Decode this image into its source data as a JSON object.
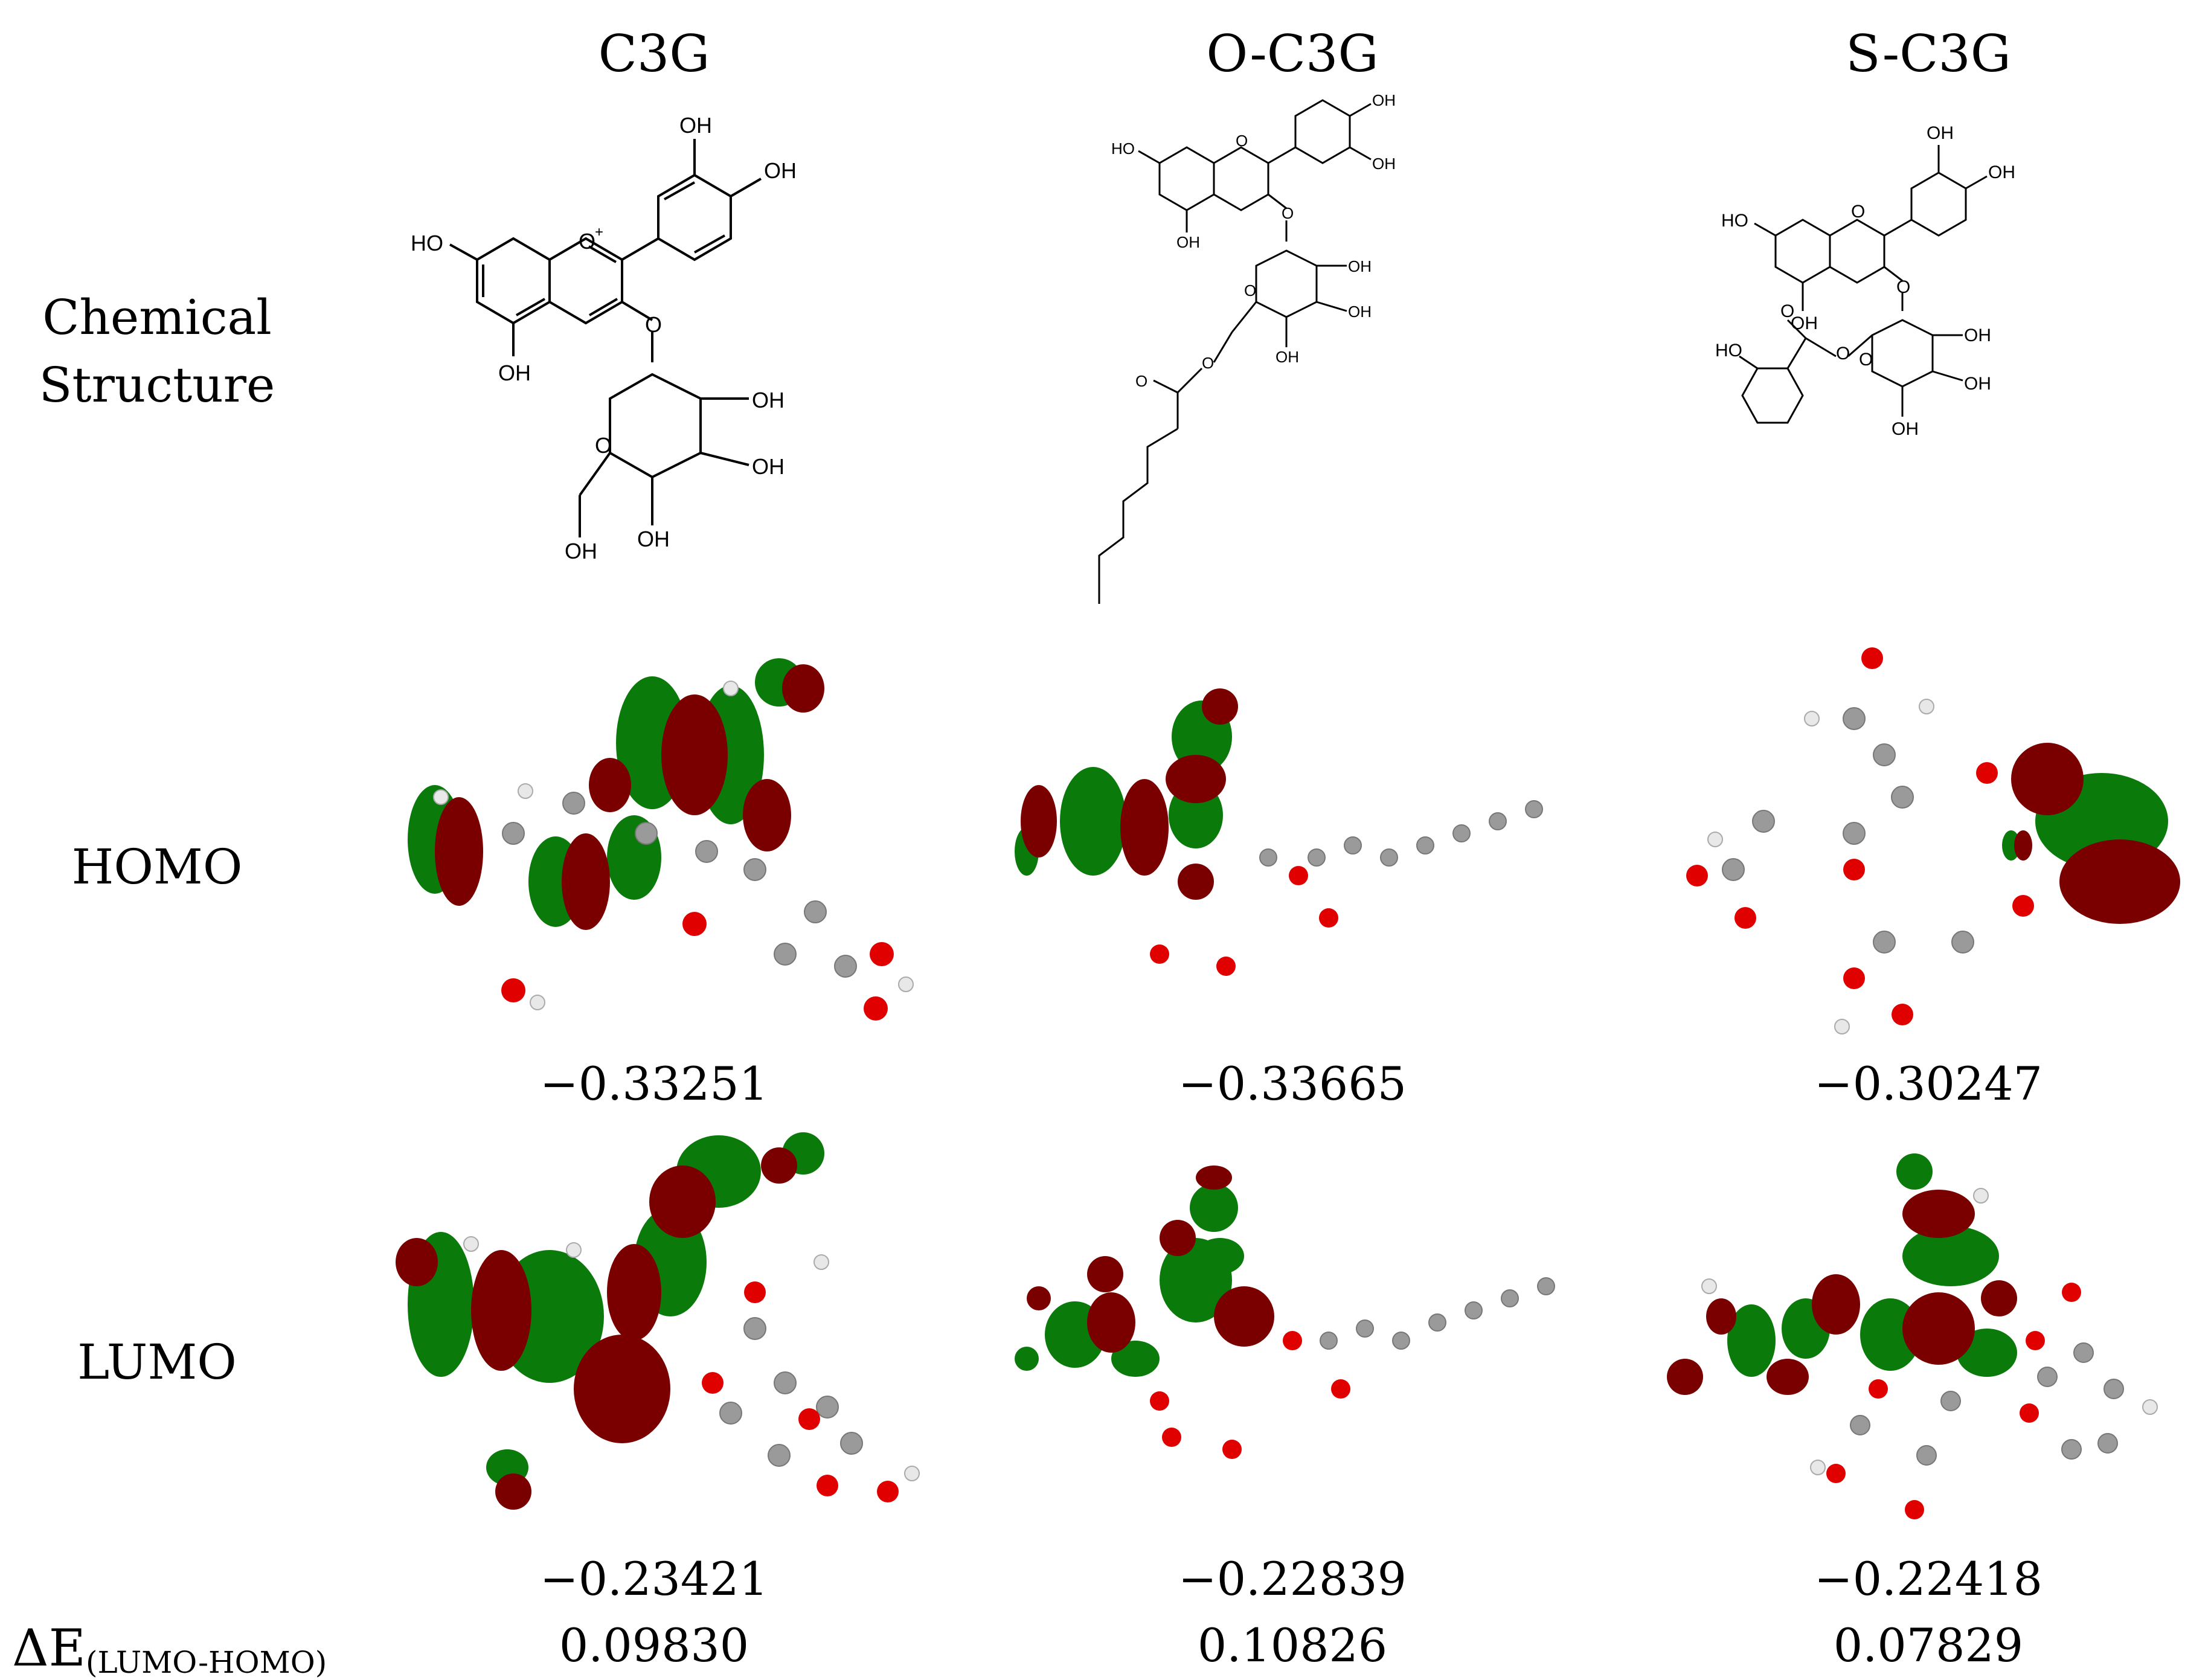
{
  "columns": [
    "C3G",
    "O-C3G",
    "S-C3G"
  ],
  "rows": {
    "structure_label_line1": "Chemical",
    "structure_label_line2": "Structure",
    "homo_label": "HOMO",
    "lumo_label": "LUMO",
    "delta_label": "ΔE",
    "delta_label_sub": "(LUMO-HOMO)"
  },
  "values": {
    "homo": [
      "−0.33251",
      "−0.33665",
      "−0.30247"
    ],
    "lumo": [
      "−0.23421",
      "−0.22839",
      "−0.22418"
    ],
    "delta": [
      "0.09830",
      "0.10826",
      "0.07829"
    ]
  },
  "atoms": {
    "oh": "OH",
    "ho": "HO",
    "oplus": "O",
    "plus": "+",
    "o": "O"
  },
  "colors": {
    "orbital_green": "#0a7a0a",
    "orbital_red": "#7a0000",
    "carbon": "#9a9a9a",
    "oxygen": "#e00000",
    "hydrogen": "#e8e8e8"
  }
}
